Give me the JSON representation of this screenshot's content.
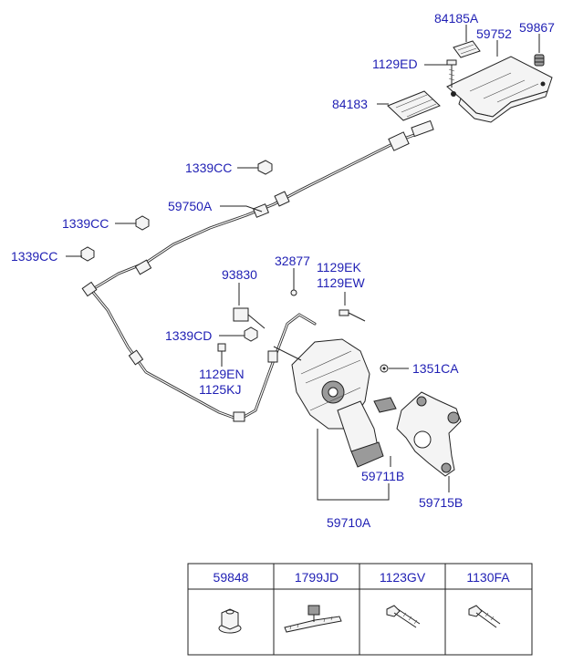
{
  "labels": {
    "p84185A": "84185A",
    "p59867": "59867",
    "p59752": "59752",
    "p1129ED": "1129ED",
    "p84183": "84183",
    "p1339CC_top": "1339CC",
    "p59750A": "59750A",
    "p1339CC_mid": "1339CC",
    "p1339CC_left": "1339CC",
    "p32877": "32877",
    "p1129EK": "1129EK",
    "p1129EW": "1129EW",
    "p93830": "93830",
    "p1339CD": "1339CD",
    "p1351CA": "1351CA",
    "p1129EN": "1129EN",
    "p1125KJ": "1125KJ",
    "p59711B": "59711B",
    "p59715B": "59715B",
    "p59710A": "59710A"
  },
  "parts_table": {
    "headers": [
      "59848",
      "1799JD",
      "1123GV",
      "1130FA"
    ],
    "icons": [
      "flange-nut-icon",
      "cable-tie-icon",
      "flange-bolt-icon",
      "hex-bolt-icon"
    ]
  },
  "colors": {
    "label_text": "#1f1fb4",
    "line_art": "#222222"
  }
}
